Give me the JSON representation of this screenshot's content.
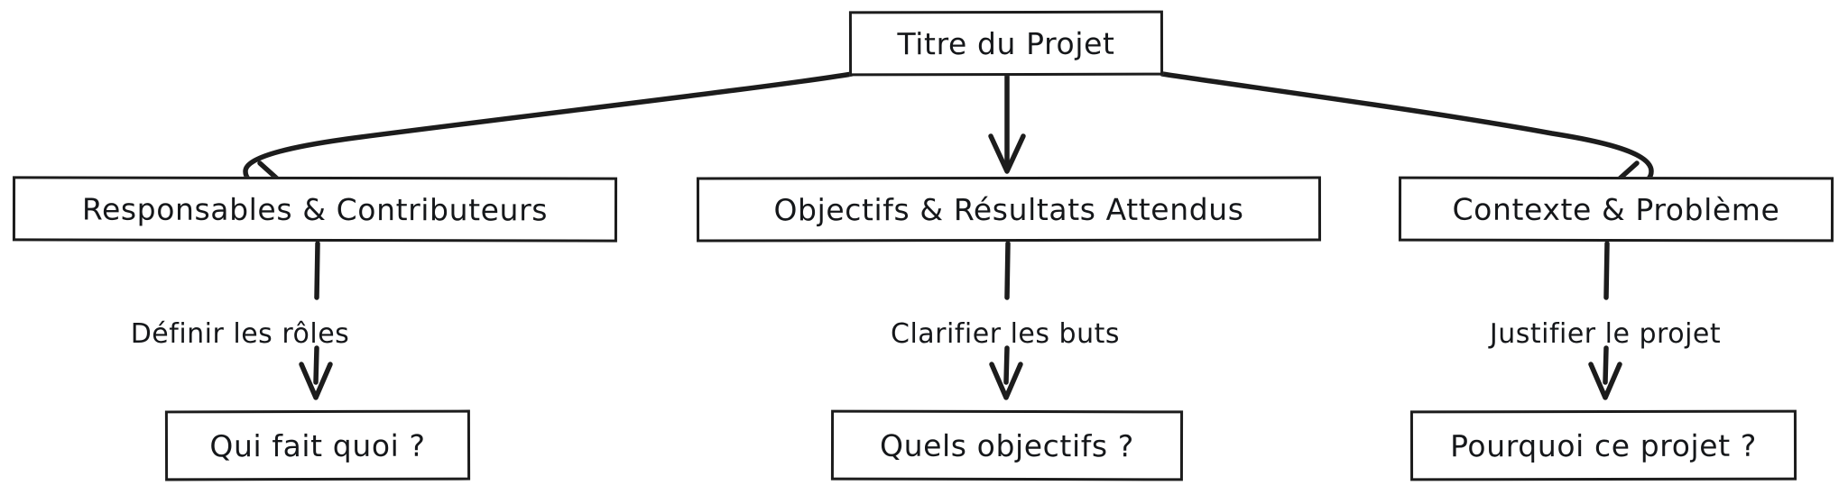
{
  "diagram": {
    "type": "flowchart",
    "direction": "top-down",
    "background_color": "#ffffff",
    "stroke_color": "#1c1c1c",
    "text_color": "#15171a",
    "style": "hand-drawn-sketch",
    "nodes": [
      {
        "id": "title",
        "label": "Titre du Projet",
        "level": 0
      },
      {
        "id": "roles",
        "label": "Responsables & Contributeurs",
        "level": 1
      },
      {
        "id": "goals",
        "label": "Objectifs & Résultats Attendus",
        "level": 1
      },
      {
        "id": "context",
        "label": "Contexte & Problème",
        "level": 1
      },
      {
        "id": "who",
        "label": "Qui fait quoi ?",
        "level": 2
      },
      {
        "id": "which",
        "label": "Quels objectifs ?",
        "level": 2
      },
      {
        "id": "why",
        "label": "Pourquoi ce projet ?",
        "level": 2
      }
    ],
    "edges": [
      {
        "from": "title",
        "to": "roles",
        "label": "",
        "shape": "curved"
      },
      {
        "from": "title",
        "to": "goals",
        "label": "",
        "shape": "straight"
      },
      {
        "from": "title",
        "to": "context",
        "label": "",
        "shape": "curved"
      },
      {
        "from": "roles",
        "to": "who",
        "label": "Définir les rôles",
        "shape": "straight"
      },
      {
        "from": "goals",
        "to": "which",
        "label": "Clarifier les buts",
        "shape": "straight"
      },
      {
        "from": "context",
        "to": "why",
        "label": "Justifier le projet",
        "shape": "straight"
      }
    ]
  }
}
